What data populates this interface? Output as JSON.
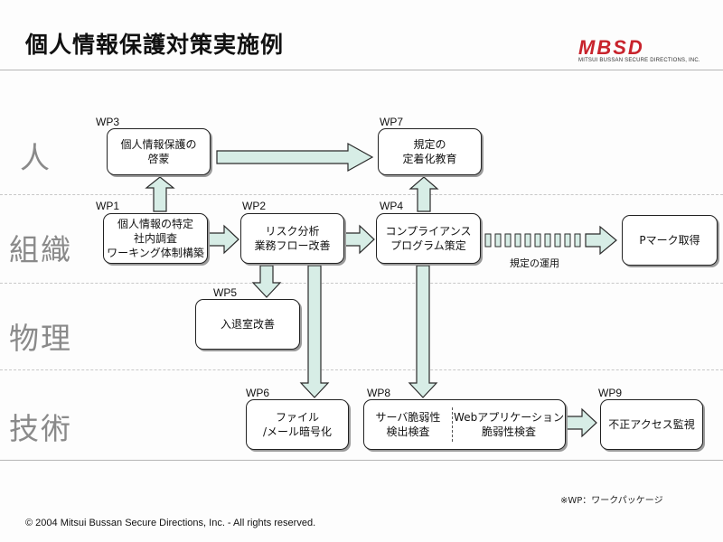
{
  "header": {
    "title": "個人情報保護対策実施例"
  },
  "logo": {
    "text": "MBSD",
    "subtitle": "MITSUI BUSSAN SECURE DIRECTIONS, INC."
  },
  "rows": [
    "人",
    "組織",
    "物理",
    "技術"
  ],
  "nodes": {
    "wp3": {
      "tag": "WP3",
      "lines": [
        "個人情報保護の",
        "啓蒙"
      ]
    },
    "wp7": {
      "tag": "WP7",
      "lines": [
        "規定の",
        "定着化教育"
      ]
    },
    "wp1": {
      "tag": "WP1",
      "lines": [
        "個人情報の特定",
        "社内調査",
        "ワーキング体制構築"
      ]
    },
    "wp2": {
      "tag": "WP2",
      "lines": [
        "リスク分析",
        "業務フロー改善"
      ]
    },
    "wp4": {
      "tag": "WP4",
      "lines": [
        "コンプライアンス",
        "プログラム策定"
      ]
    },
    "pmark": {
      "lines": [
        "Pマーク取得"
      ]
    },
    "wp5": {
      "tag": "WP5",
      "lines": [
        "入退室改善"
      ]
    },
    "wp6": {
      "tag": "WP6",
      "lines": [
        "ファイル",
        "/メール暗号化"
      ]
    },
    "wp8": {
      "tag": "WP8",
      "left": [
        "サーバ脆弱性",
        "検出検査"
      ],
      "right": [
        "Webアプリケーション",
        "脆弱性検査"
      ]
    },
    "wp9": {
      "tag": "WP9",
      "lines": [
        "不正アクセス監視"
      ]
    }
  },
  "operation_label": "規定の運用",
  "note": "※WP：ワークパッケージ",
  "footer": "© 2004 Mitsui Bussan Secure Directions, Inc. - All rights reserved.",
  "colors": {
    "arrow_fill": "#d7ede6",
    "arrow_stroke": "#2b2b2b",
    "logo": "#c8232c"
  }
}
